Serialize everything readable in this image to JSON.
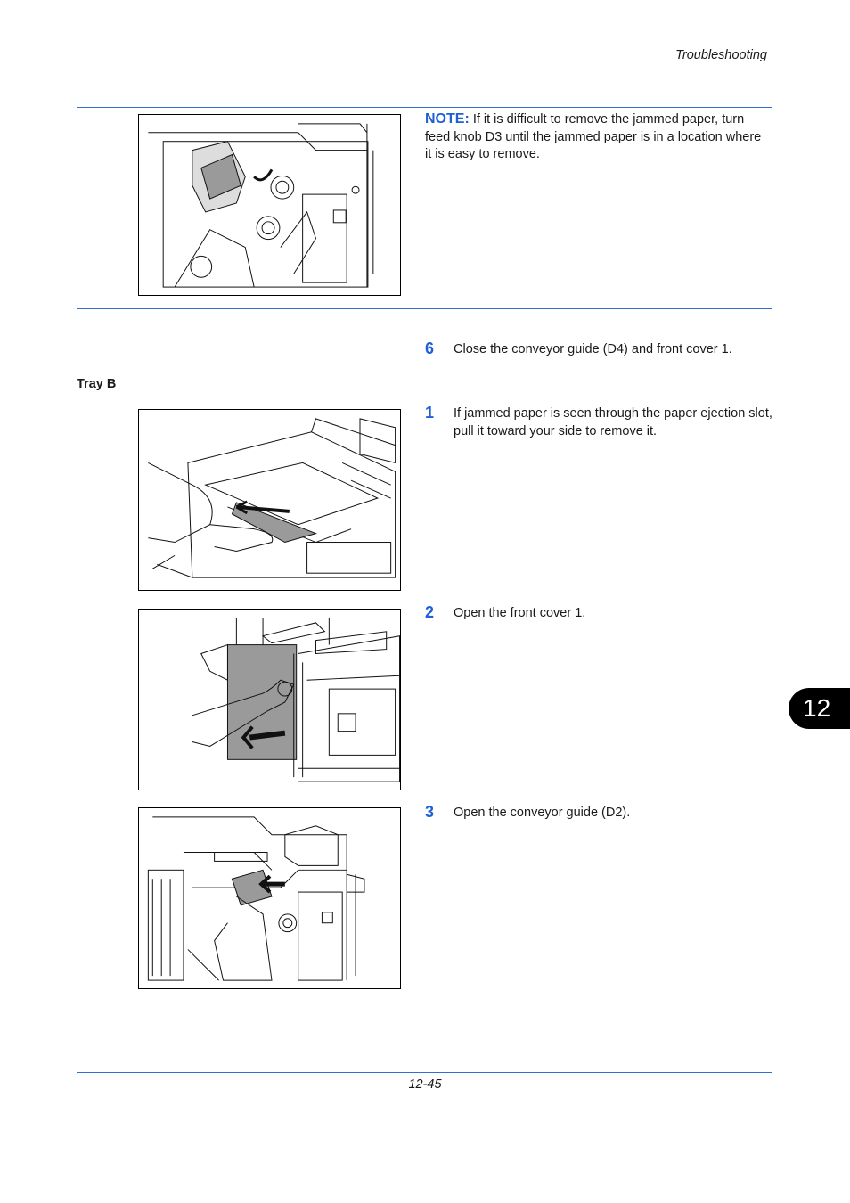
{
  "header": {
    "title": "Troubleshooting"
  },
  "note": {
    "label": "NOTE:",
    "text": "If it is difficult to remove the jammed paper, turn feed knob D3 until the jammed paper is in a location where it is easy to remove."
  },
  "step6": {
    "number": "6",
    "text": "Close the conveyor guide (D4) and front cover 1."
  },
  "section": {
    "title": "Tray B"
  },
  "steps": [
    {
      "number": "1",
      "text": "If jammed paper is seen through the paper ejection slot, pull it toward your side to remove it."
    },
    {
      "number": "2",
      "text": "Open the front cover 1."
    },
    {
      "number": "3",
      "text": "Open the conveyor guide (D2)."
    }
  ],
  "chapter_tab": "12",
  "footer": {
    "page_number": "12-45"
  }
}
